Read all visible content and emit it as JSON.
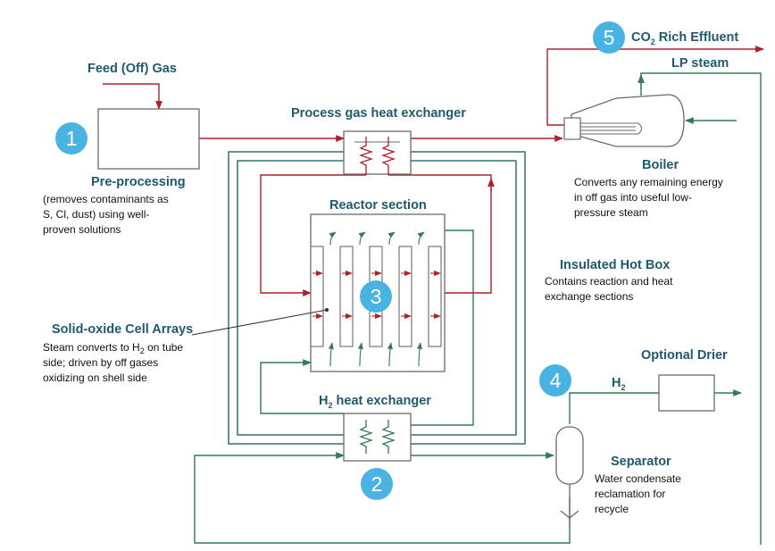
{
  "colors": {
    "process_line": "#b0202a",
    "water_line": "#2f7d52",
    "outline": "#6a6a6a",
    "hotbox": "#3f7a7c",
    "badge": "#49b4e1",
    "title_text": "#1e5a6e"
  },
  "labels": {
    "feed_gas": "Feed (Off) Gas",
    "process_hx": "Process gas heat exchanger",
    "co2_prefix": "CO",
    "co2_sub": "2",
    "co2_suffix": " Rich Effluent",
    "lp_steam": "LP steam",
    "reactor_section": "Reactor section",
    "h2_line_prefix": "H",
    "h2_line_sub": "2",
    "h2_hx_prefix": "H",
    "h2_hx_sub": "2",
    "h2_hx_suffix": " heat exchanger"
  },
  "preprocessing": {
    "title": "Pre-processing",
    "lines": [
      "(removes contaminants as",
      "S, Cl, dust) using well-",
      "proven solutions"
    ]
  },
  "boiler": {
    "title": "Boiler",
    "lines": [
      "Converts any remaining energy",
      "in off gas into useful low-",
      "pressure steam"
    ]
  },
  "hotbox": {
    "title": "Insulated Hot Box",
    "lines": [
      "Contains reaction and heat",
      "exchange sections"
    ]
  },
  "cells": {
    "title": "Solid-oxide Cell Arrays",
    "line1_prefix": "Steam converts to H",
    "line1_sub": "2",
    "line1_suffix": " on tube",
    "lines": [
      "side; driven by off gases",
      "oxidizing on shell side"
    ]
  },
  "drier": {
    "title": "Optional Drier"
  },
  "separator": {
    "title": "Separator",
    "lines": [
      "Water condensate",
      "reclamation for",
      "recycle"
    ]
  },
  "badges": [
    "1",
    "2",
    "3",
    "4",
    "5"
  ]
}
